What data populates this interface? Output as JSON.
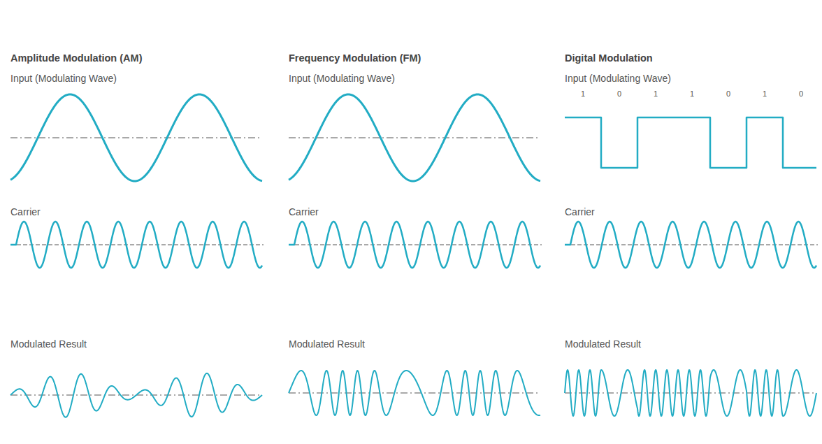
{
  "diagram": {
    "labels": [
      "Amplitude Modulation (AM)",
      "Input (Modulating Wave)",
      "Carrier",
      "Modulated Result",
      "Frequency Modulation (FM)",
      "Input (Modulating Wave)",
      "Carrier",
      "Modulated Result",
      "Digital Modulation",
      "Input (Modulating Wave)",
      "1",
      "0",
      "1",
      "1",
      "0",
      "1",
      "0",
      "Carrier",
      "Modulated Result"
    ]
  }
}
